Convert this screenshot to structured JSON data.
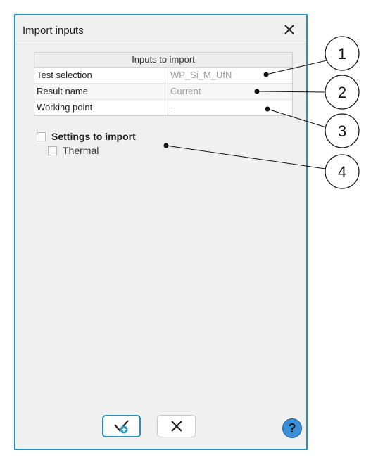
{
  "dialog": {
    "title": "Import inputs",
    "table": {
      "header": "Inputs to import",
      "rows": [
        {
          "label": "Test selection",
          "value": "WP_Si_M_UfN"
        },
        {
          "label": "Result name",
          "value": "Current"
        },
        {
          "label": "Working point",
          "value": "-"
        }
      ]
    },
    "settings": {
      "title": "Settings to import",
      "items": [
        {
          "label": "Thermal"
        }
      ]
    },
    "buttons": {
      "ok_icon": "check-add-icon",
      "cancel_icon": "close-icon",
      "help_icon": "question-icon"
    }
  },
  "callouts": [
    "1",
    "2",
    "3",
    "4"
  ],
  "colors": {
    "accent": "#2a8fb4",
    "help": "#3b8fd8",
    "ok_badge": "#2a9fd0"
  }
}
